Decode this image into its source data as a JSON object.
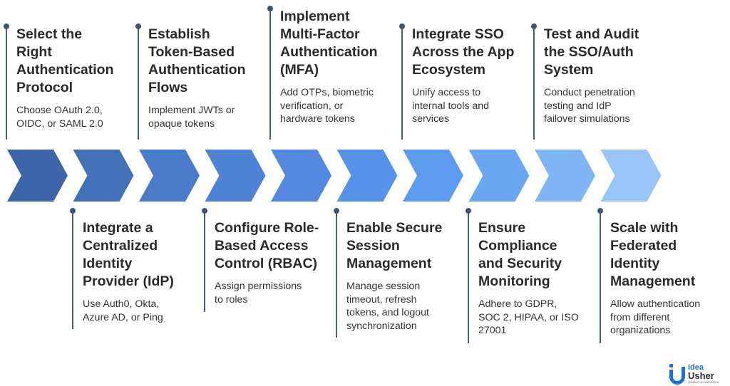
{
  "top_steps": [
    {
      "title": [
        "Select the",
        "Right",
        "Authentication",
        "Protocol"
      ],
      "desc": [
        "Choose OAuth 2.0,",
        "OIDC, or SAML 2.0"
      ]
    },
    {
      "title": [
        "Establish",
        "Token-Based",
        "Authentication",
        "Flows"
      ],
      "desc": [
        "Implement JWTs or",
        "opaque tokens"
      ]
    },
    {
      "title": [
        "Implement",
        "Multi-Factor",
        "Authentication",
        "(MFA)"
      ],
      "desc": [
        "Add OTPs, biometric",
        "verification, or",
        "hardware tokens"
      ]
    },
    {
      "title": [
        "Integrate SSO",
        "Across the App",
        "Ecosystem"
      ],
      "desc": [
        "Unify access to",
        "internal tools and",
        "services"
      ]
    },
    {
      "title": [
        "Test and Audit",
        "the SSO/Auth",
        "System"
      ],
      "desc": [
        "Conduct penetration",
        "testing and IdP",
        "failover simulations"
      ]
    }
  ],
  "bottom_steps": [
    {
      "title": [
        "Integrate a",
        "Centralized",
        "Identity",
        "Provider (IdP)"
      ],
      "desc": [
        "Use Auth0, Okta,",
        "Azure AD, or Ping"
      ]
    },
    {
      "title": [
        "Configure Role-",
        "Based Access",
        "Control (RBAC)"
      ],
      "desc": [
        "Assign permissions",
        "to roles"
      ]
    },
    {
      "title": [
        "Enable Secure",
        "Session",
        "Management"
      ],
      "desc": [
        "Manage session",
        "timeout, refresh",
        "tokens, and logout",
        "synchronization"
      ]
    },
    {
      "title": [
        "Ensure",
        "Compliance",
        "and Security",
        "Monitoring"
      ],
      "desc": [
        "Adhere to GDPR,",
        "SOC 2, HIPAA, or ISO",
        "27001"
      ]
    },
    {
      "title": [
        "Scale with",
        "Federated",
        "Identity",
        "Management"
      ],
      "desc": [
        "Allow authentication",
        "from different",
        "organizations"
      ]
    }
  ],
  "colors": {
    "chevrons": [
      "#3e64a9",
      "#4470b8",
      "#4a7bc8",
      "#4f83d5",
      "#5289de",
      "#5692e8",
      "#5c9bee",
      "#6aa6f2",
      "#80b5f5",
      "#99c4f8"
    ],
    "connector": "#4a5e7a",
    "logo_blue": "#1e6fd9"
  },
  "logo": {
    "name": "idea-usher-logo",
    "lines": [
      "Idea",
      "Usher"
    ],
    "tagline": "LEADING IN INNOVATION"
  }
}
